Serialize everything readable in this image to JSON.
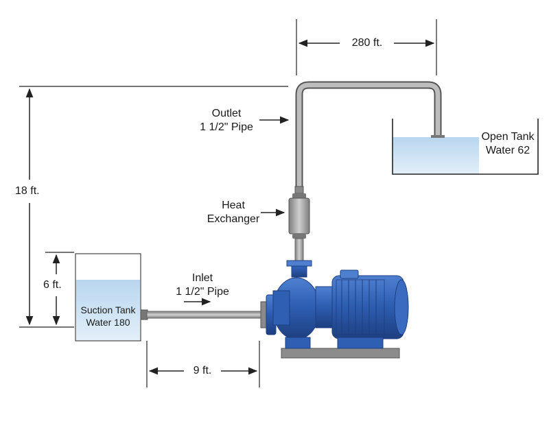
{
  "dimensions": {
    "horizontal_top": "280 ft.",
    "vertical_total": "18 ft.",
    "suction_height": "6 ft.",
    "inlet_length": "9 ft."
  },
  "labels": {
    "outlet_line1": "Outlet",
    "outlet_line2": "1 1/2\" Pipe",
    "open_tank_line1": "Open Tank",
    "open_tank_line2": "Water 62",
    "heat_exchanger_line1": "Heat",
    "heat_exchanger_line2": "Exchanger",
    "inlet_line1": "Inlet",
    "inlet_line2": "1 1/2\" Pipe",
    "suction_tank_line1": "Suction Tank",
    "suction_tank_line2": "Water 180"
  },
  "colors": {
    "water": "#cfe3f3",
    "pipe": "#9a9a9a",
    "pump_blue": "#2f5fb3",
    "base": "#8c8c8c",
    "line": "#222222"
  }
}
